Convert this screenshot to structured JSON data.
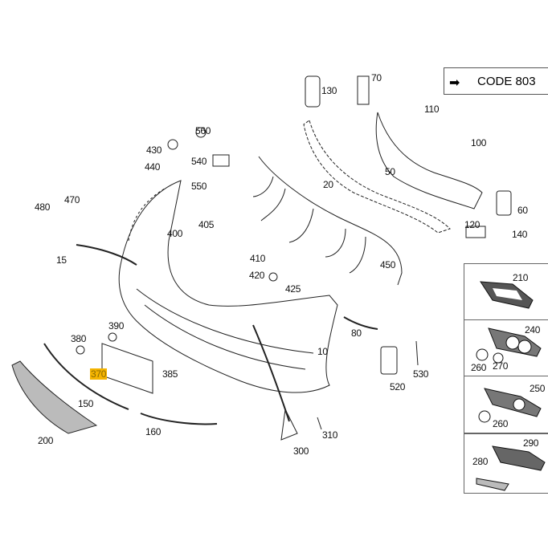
{
  "diagram": {
    "code_note": {
      "arrow": "➡",
      "text": "CODE 803"
    },
    "labels": [
      "130",
      "70",
      "110",
      "560",
      "430",
      "100",
      "540",
      "440",
      "50",
      "20",
      "550",
      "470",
      "480",
      "400",
      "405",
      "60",
      "120",
      "140",
      "15",
      "410",
      "450",
      "420",
      "425",
      "80",
      "380",
      "390",
      "10",
      "370",
      "385",
      "530",
      "520",
      "150",
      "200",
      "160",
      "310",
      "300"
    ],
    "highlighted_label": "370",
    "panels": [
      {
        "labels": [
          "210"
        ]
      },
      {
        "labels": [
          "240",
          "260",
          "270"
        ]
      },
      {
        "labels": [
          "250",
          "260"
        ]
      },
      {
        "labels": [
          "290",
          "280"
        ]
      }
    ]
  }
}
